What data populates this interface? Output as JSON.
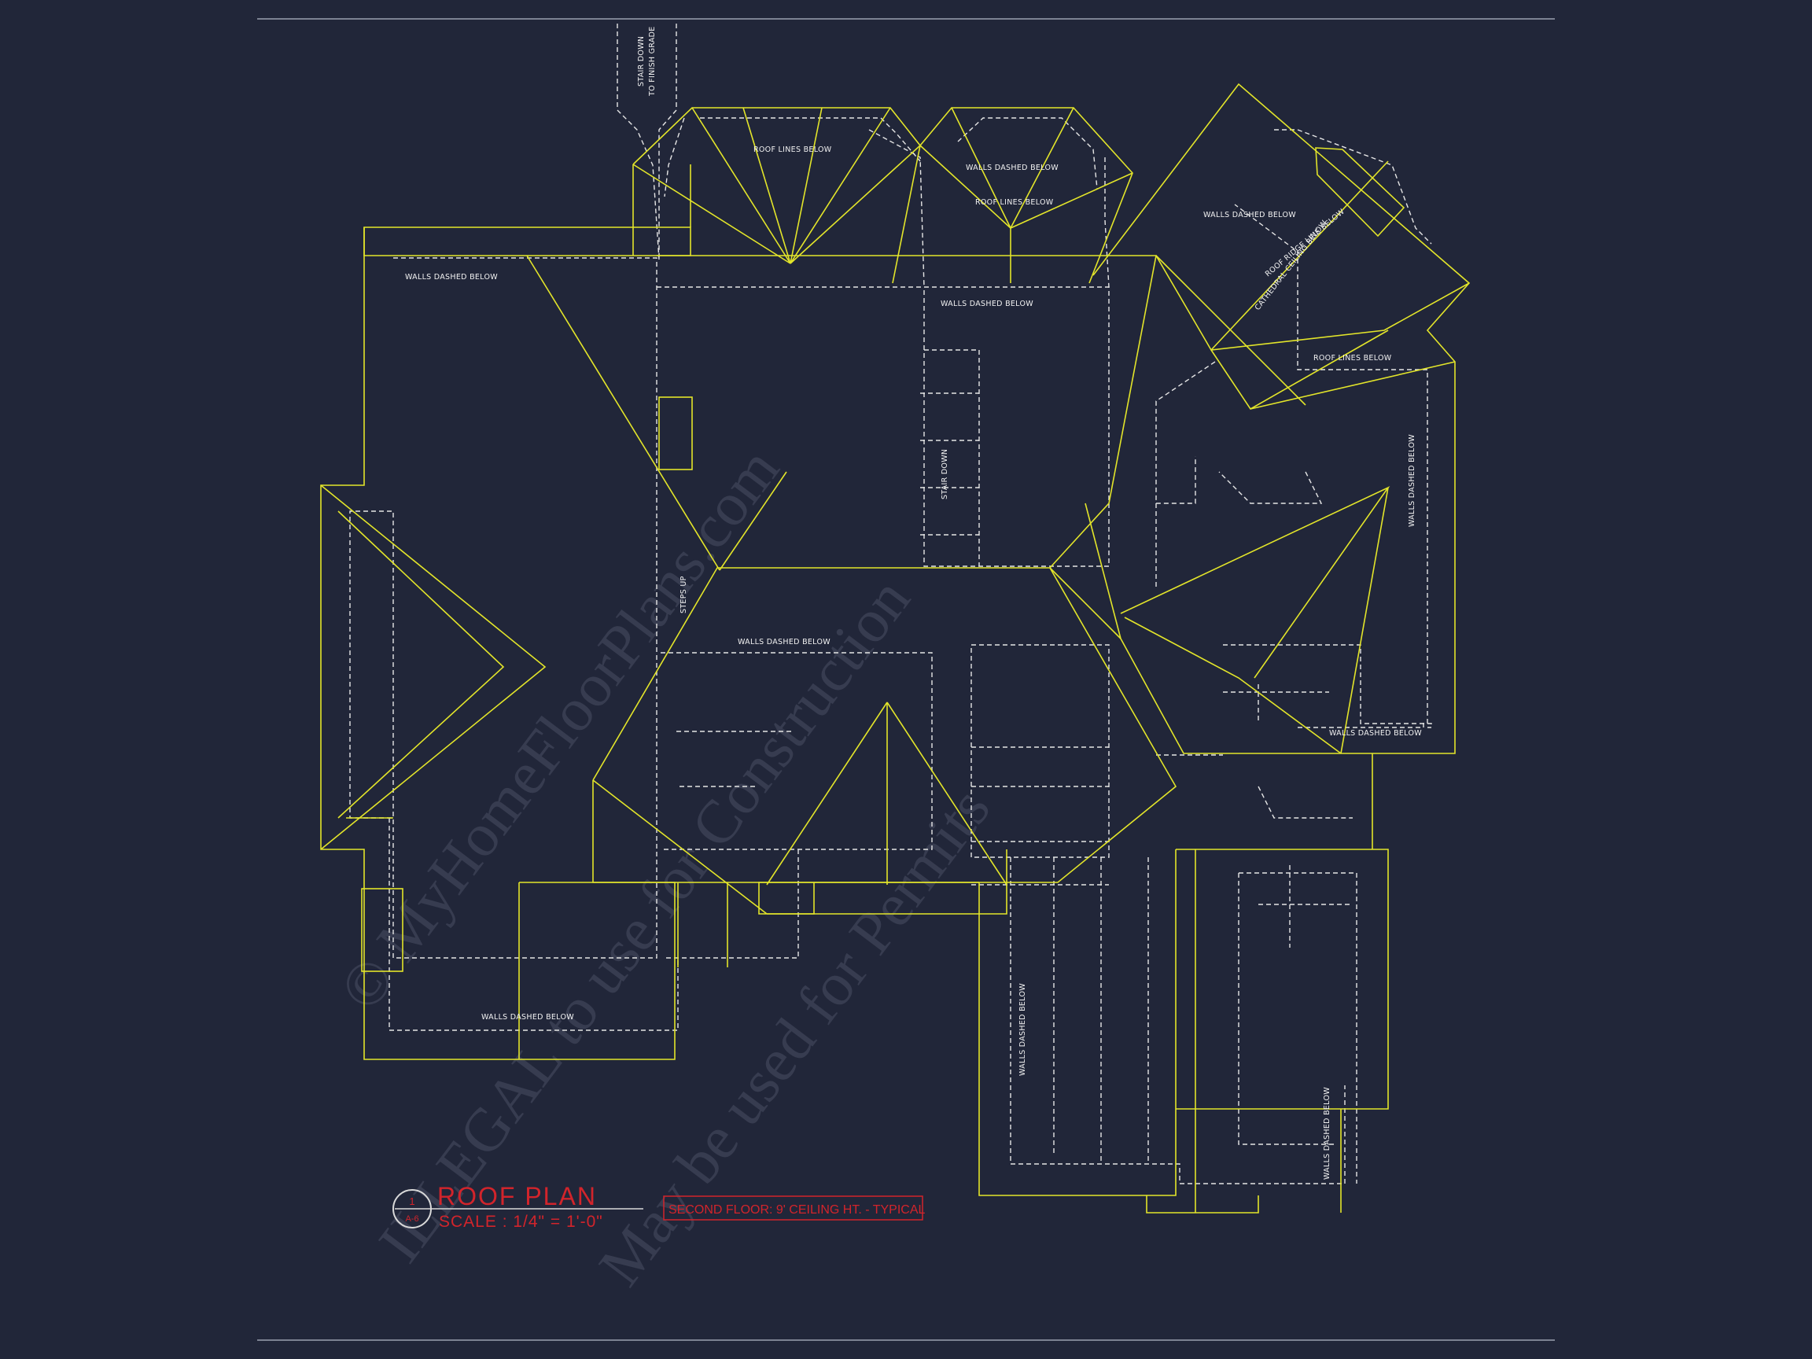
{
  "title_block": {
    "title": "ROOF PLAN",
    "scale": "SCALE : 1/4\" = 1'-0\"",
    "note": "SECOND FLOOR: 9' CEILING HT. - TYPICAL",
    "callout_num": "1",
    "callout_sheet": "A-6"
  },
  "labels": {
    "walls_nw": "WALLS DASHED BELOW",
    "roof_lines_top": "ROOF LINES BELOW",
    "walls_top_mid": "WALLS DASHED BELOW",
    "roof_lines_mid": "ROOF LINES BELOW",
    "walls_ne": "WALLS DASHED BELOW",
    "roof_ridge": "ROOF RIDGE LINE BELOW",
    "cathedral": "CATHEDRAL CEILING BELOW",
    "walls_center": "WALLS DASHED BELOW",
    "roof_lines_right": "ROOF LINES BELOW",
    "stair_down": "STAIR DOWN",
    "steps_up": "STEPS UP",
    "walls_mid": "WALLS DASHED BELOW",
    "walls_right_vert": "WALLS DASHED BELOW",
    "walls_right": "WALLS DASHED BELOW",
    "walls_bottom_left": "WALLS DASHED BELOW",
    "walls_garage": "WALLS DASHED BELOW",
    "walls_bottom_right": "WALLS DASHED BELOW",
    "stair_grade_1": "STAIR DOWN",
    "stair_grade_2": "TO FINISH GRADE"
  },
  "watermark": {
    "line1": "© MyHomeFloorPlans.com",
    "line2": "ILLEGAL to use for Construction",
    "line3": "May be used for Permits"
  },
  "colors": {
    "background": "#212639",
    "roof_lines": "#e3e52a",
    "walls": "#e6e6e6",
    "title": "#d2242b"
  }
}
